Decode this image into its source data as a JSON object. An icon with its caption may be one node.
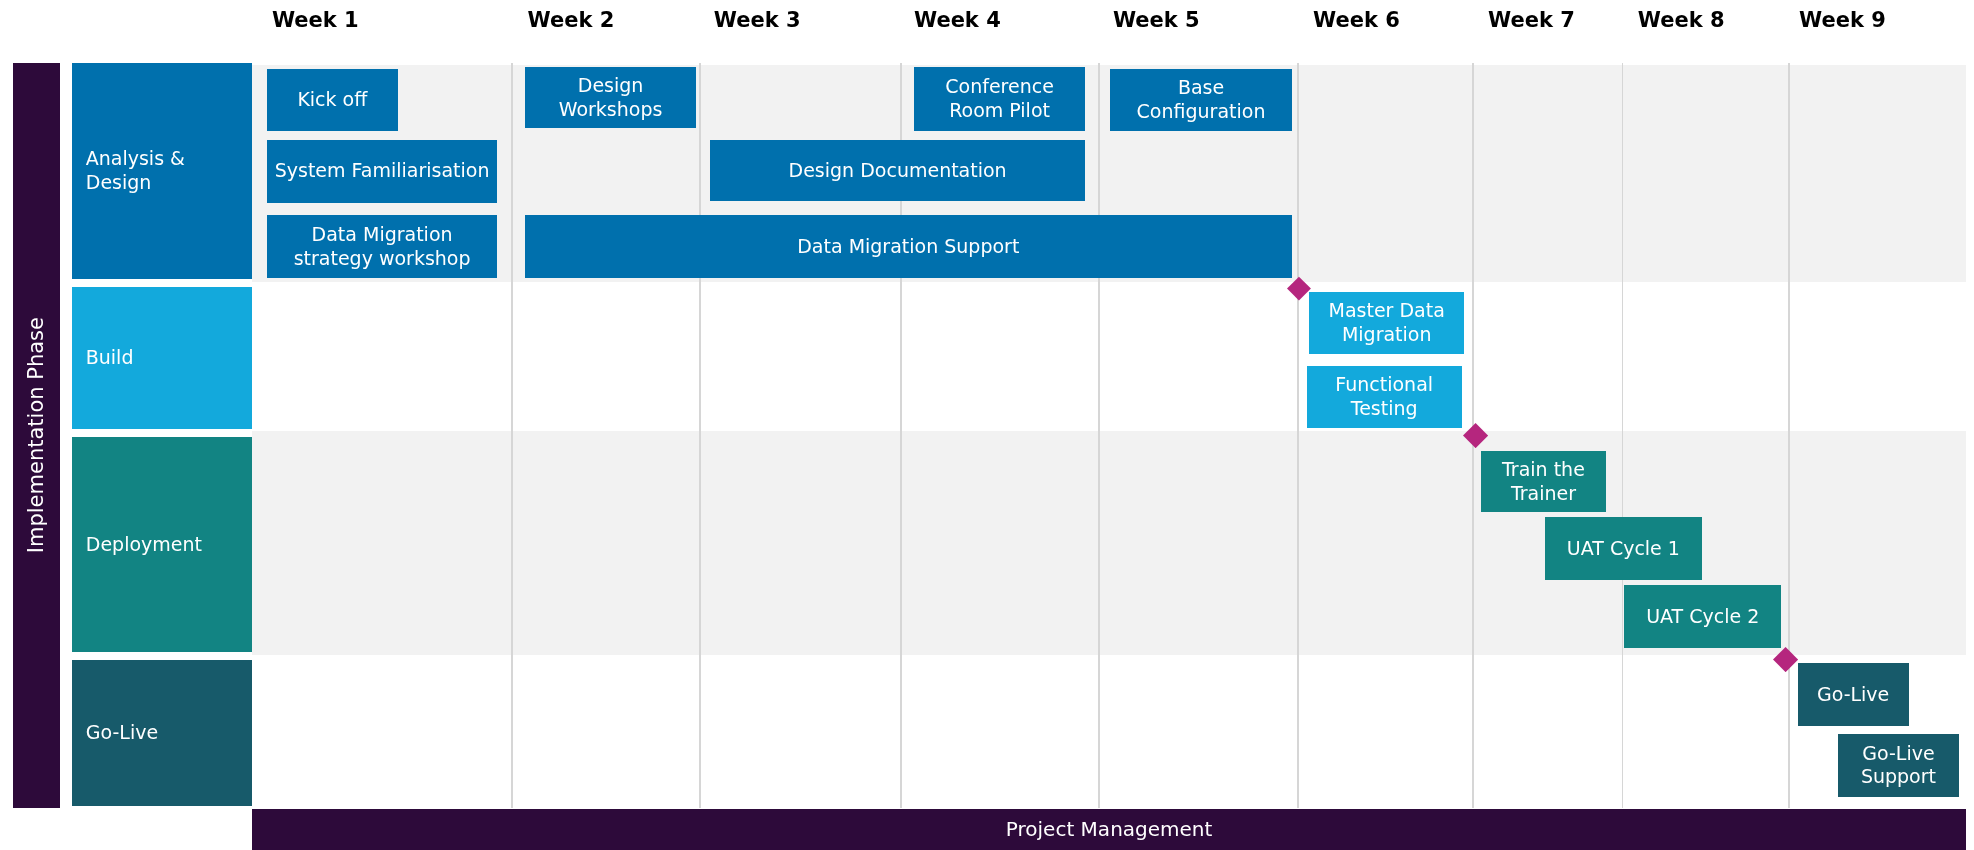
{
  "diagram": {
    "nodes": [
      {
        "text": [
          "Implementation Phase"
        ]
      },
      {
        "text": [
          "Analysis & Design"
        ]
      },
      {
        "text": [
          "Kick off"
        ]
      },
      {
        "text": [
          "Design Workshops"
        ]
      },
      {
        "text": [
          "Conference Room Pilot"
        ]
      },
      {
        "text": [
          "Base Configuration"
        ]
      },
      {
        "text": [
          "System Familiarisation"
        ]
      },
      {
        "text": [
          "Design Documentation"
        ]
      },
      {
        "text": [
          "Data Migration strategy workshop"
        ]
      },
      {
        "text": [
          "Data Migration Support"
        ]
      },
      {
        "text": [
          "Build"
        ]
      },
      {
        "text": [],
        "shape": "diamond"
      },
      {
        "text": [
          "Master Data Migration"
        ]
      },
      {
        "text": [
          "Functional Testing"
        ]
      },
      {
        "text": [
          "Deployment"
        ]
      },
      {
        "text": [],
        "shape": "diamond"
      },
      {
        "text": [
          "Train the Trainer"
        ]
      },
      {
        "text": [
          "UAT Cycle 1"
        ]
      },
      {
        "text": [
          "UAT Cycle 2"
        ]
      },
      {
        "text": [
          "Go-Live"
        ]
      },
      {
        "text": [],
        "shape": "diamond"
      },
      {
        "text": [
          "Go-Live"
        ]
      },
      {
        "text": [
          "Go-Live Support"
        ]
      },
      {
        "text": [
          "Project Management"
        ]
      }
    ],
    "labels": [
      "Week 1",
      "Week 2",
      "Week 3",
      "Week 4",
      "Week 5",
      "Week 6",
      "Week 7",
      "Week 8",
      "Week 9"
    ]
  }
}
